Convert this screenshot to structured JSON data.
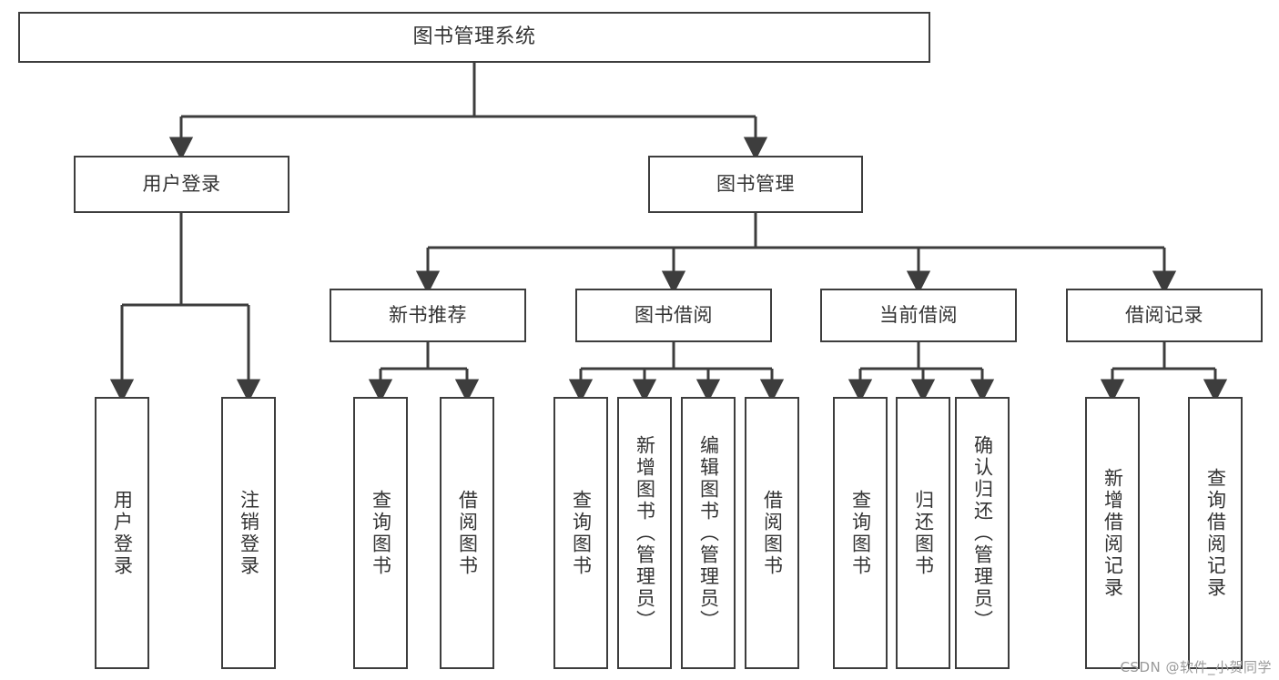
{
  "diagram": {
    "title": "图书管理系统",
    "type": "tree-structure-chart",
    "watermark": "CSDN @软件_小贺同学",
    "colors": {
      "border": "#3d3d3d",
      "background": "#ffffff",
      "text": "#333333",
      "connector": "#3d3d3d",
      "watermark": "#9a9a9a"
    }
  },
  "nodes": {
    "root": {
      "label": "图书管理系统"
    },
    "level1": [
      {
        "id": "user-login",
        "label": "用户登录"
      },
      {
        "id": "book-management",
        "label": "图书管理"
      }
    ],
    "level2": [
      {
        "id": "new-book-recommend",
        "label": "新书推荐"
      },
      {
        "id": "book-borrow",
        "label": "图书借阅"
      },
      {
        "id": "current-borrow",
        "label": "当前借阅"
      },
      {
        "id": "borrow-record",
        "label": "借阅记录"
      }
    ],
    "leaves": {
      "user-login": [
        {
          "id": "leaf-user-login",
          "label": "用户登录"
        },
        {
          "id": "leaf-logout-login",
          "label": "注销登录"
        }
      ],
      "new-book-recommend": [
        {
          "id": "leaf-query-book-1",
          "label": "查询图书"
        },
        {
          "id": "leaf-borrow-book-1",
          "label": "借阅图书"
        }
      ],
      "book-borrow": [
        {
          "id": "leaf-query-book-2",
          "label": "查询图书"
        },
        {
          "id": "leaf-add-book",
          "label": "新增图书（管理员）"
        },
        {
          "id": "leaf-edit-book",
          "label": "编辑图书（管理员）"
        },
        {
          "id": "leaf-borrow-book-2",
          "label": "借阅图书"
        }
      ],
      "current-borrow": [
        {
          "id": "leaf-query-book-3",
          "label": "查询图书"
        },
        {
          "id": "leaf-return-book",
          "label": "归还图书"
        },
        {
          "id": "leaf-confirm-return",
          "label": "确认归还（管理员）"
        }
      ],
      "borrow-record": [
        {
          "id": "leaf-add-record",
          "label": "新增借阅记录"
        },
        {
          "id": "leaf-query-record",
          "label": "查询借阅记录"
        }
      ]
    }
  }
}
